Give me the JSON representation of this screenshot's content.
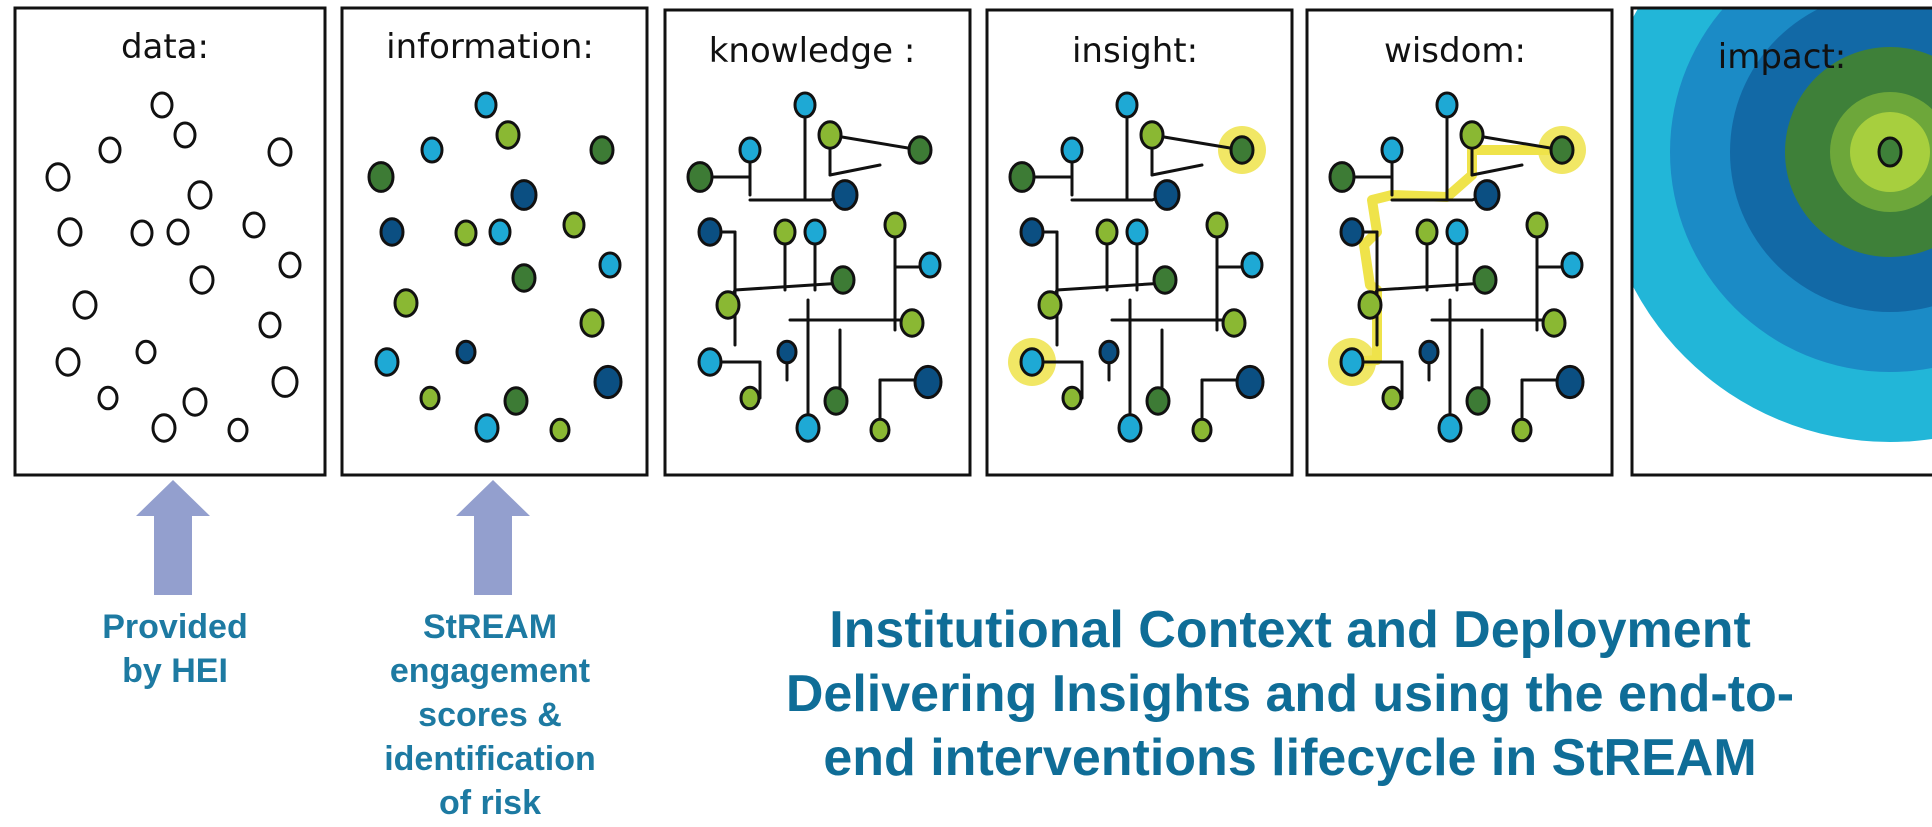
{
  "panels": [
    {
      "title": "data:"
    },
    {
      "title": "information:"
    },
    {
      "title": "knowledge :"
    },
    {
      "title": "insight:"
    },
    {
      "title": "wisdom:"
    },
    {
      "title": "impact:"
    }
  ],
  "captions": {
    "hei": [
      "Provided",
      "by HEI"
    ],
    "stream": [
      "StREAM",
      "engagement",
      "scores &",
      "identification",
      "of risk"
    ]
  },
  "headline": [
    "Institutional Context and Deployment",
    "Delivering Insights and using the end-to-",
    "end interventions lifecycle in StREAM"
  ],
  "colors": {
    "caption_text": "#1d7aa2",
    "headline_text": "#0f6d97",
    "arrow": "#939fce",
    "dot_dark_navy": "#0b4f82",
    "dot_cyan": "#1ea9d5",
    "dot_dark_green": "#3d7b35",
    "dot_light_green": "#8ab833",
    "highlight_yellow": "#efe34a",
    "impact_rings": [
      "#22b6d8",
      "#1b8bc6",
      "#1269a6",
      "#3e8039",
      "#6da73a",
      "#a7cf3e",
      "#d1e34e"
    ]
  }
}
